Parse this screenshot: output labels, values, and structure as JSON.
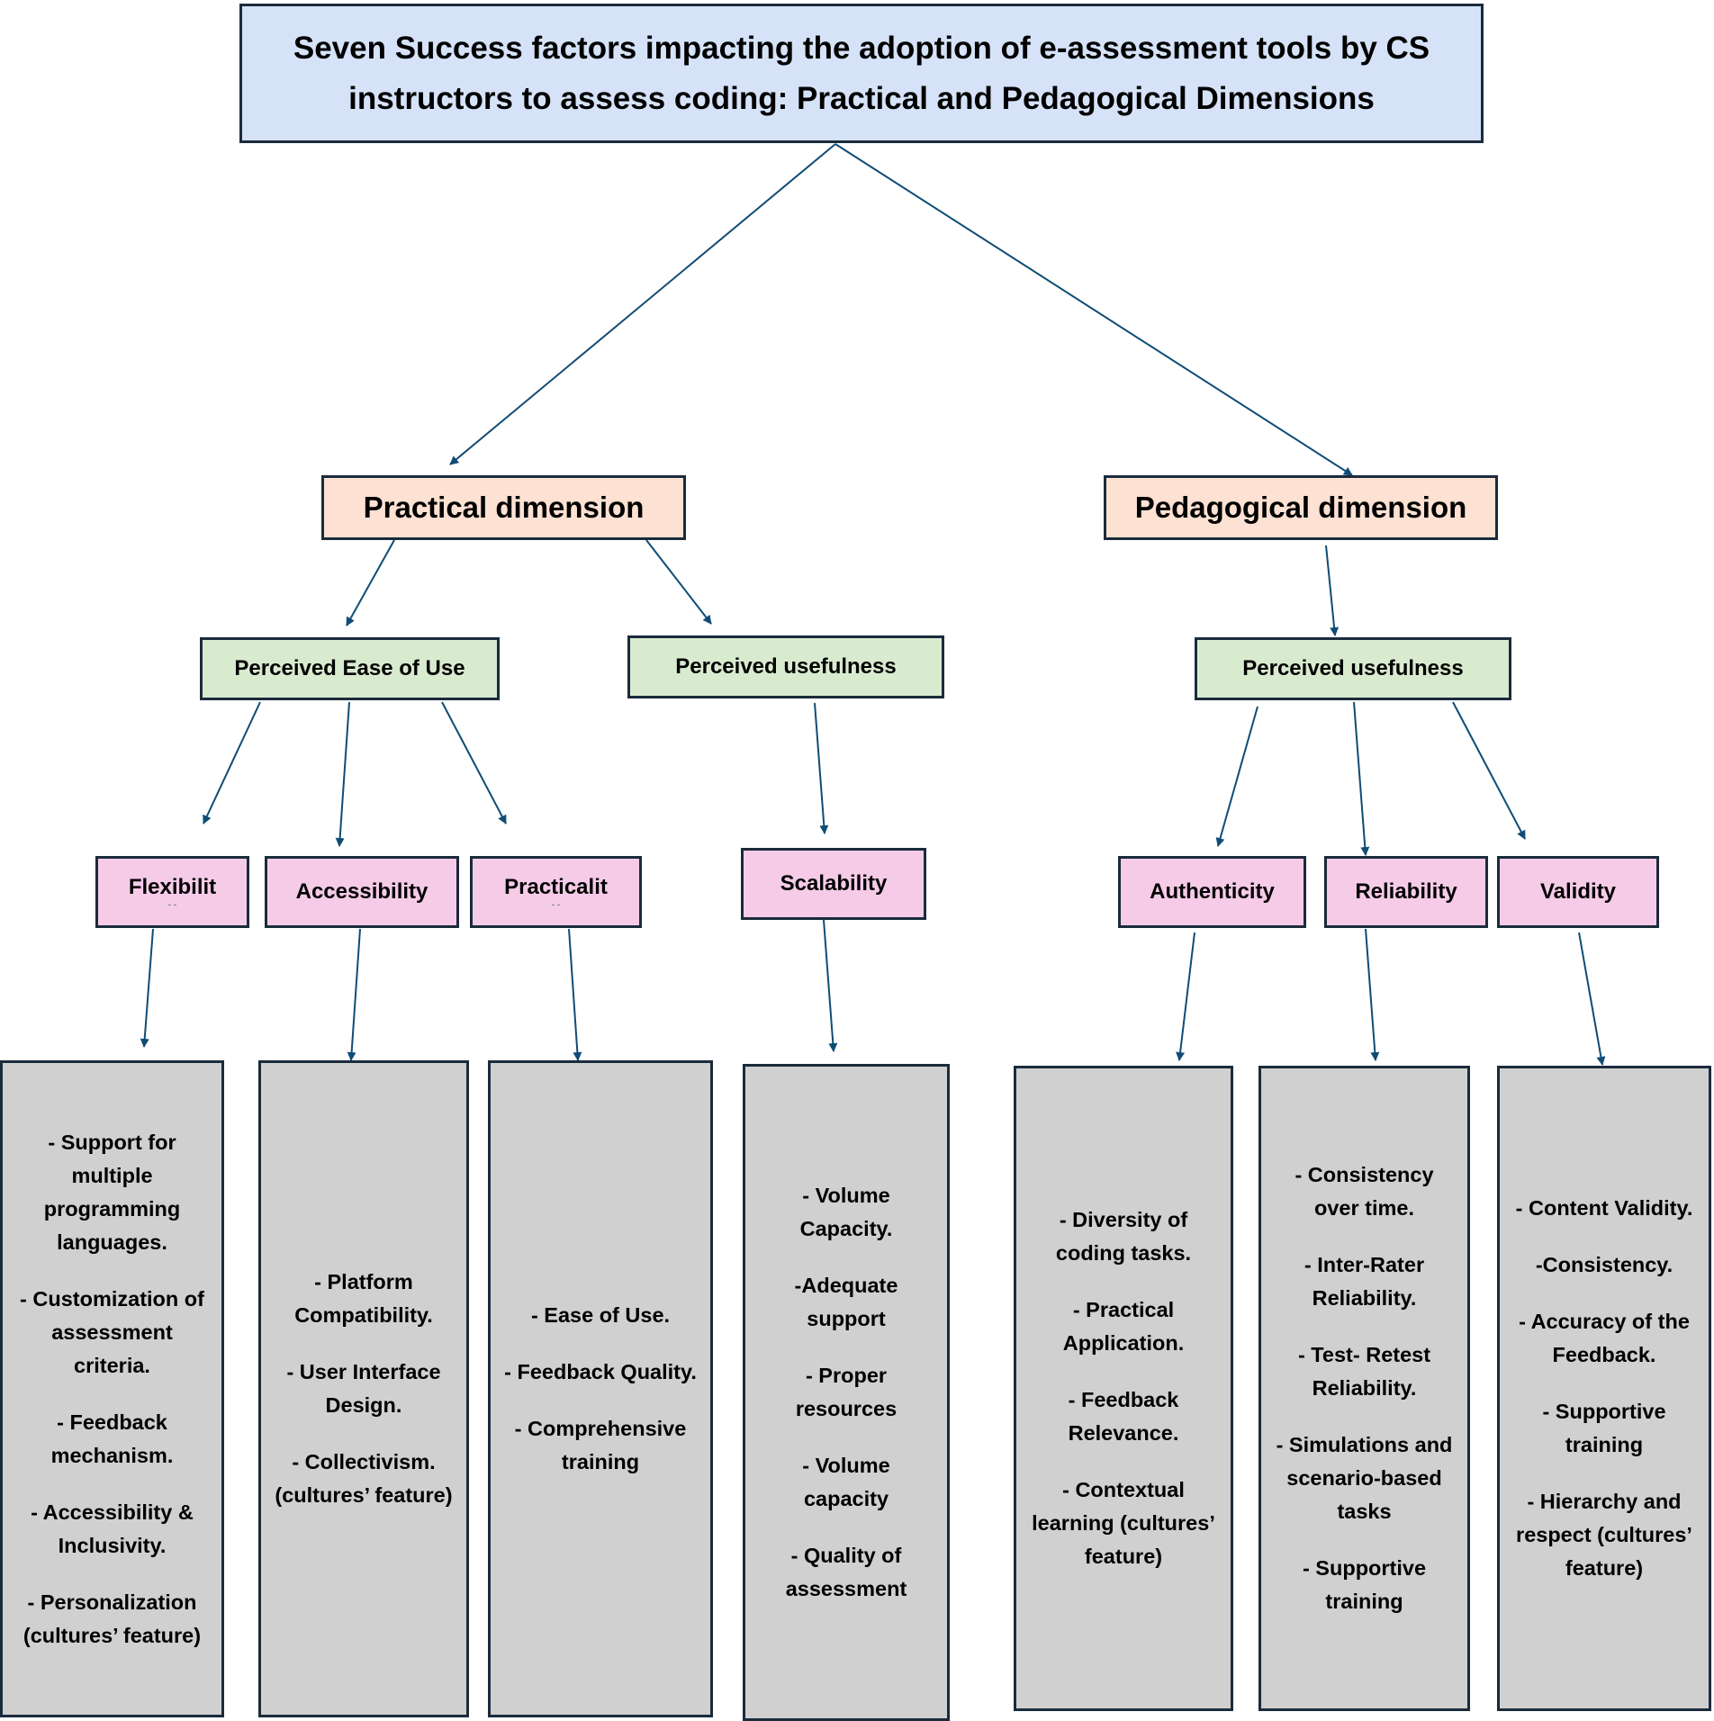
{
  "title": "Seven Success factors impacting the adoption of e-assessment tools by CS instructors to assess coding: Practical and Pedagogical Dimensions",
  "dimensions": {
    "practical": {
      "label": "Practical dimension",
      "sub_ease": "Perceived Ease of Use",
      "sub_usefulness": "Perceived usefulness",
      "factors": {
        "flexibility": {
          "label": "Flexibilit",
          "dots": "- -",
          "items": [
            "- Support for multiple programming languages.",
            "- Customization of assessment criteria.",
            "- Feedback mechanism.",
            "- Accessibility & Inclusivity.",
            "- Personalization (cultures’ feature)"
          ]
        },
        "accessibility": {
          "label": "Accessibility",
          "items": [
            "- Platform Compatibility.",
            "- User Interface Design.",
            "- Collectivism. (cultures’ feature)"
          ]
        },
        "practicality": {
          "label": "Practicalit",
          "dots": "- -",
          "items": [
            "- Ease of Use.",
            "- Feedback Quality.",
            "- Comprehensive training"
          ]
        },
        "scalability": {
          "label": "Scalability",
          "items": [
            "- Volume Capacity.",
            "-Adequate support",
            "- Proper resources",
            "- Volume capacity",
            "- Quality of assessment"
          ]
        }
      }
    },
    "pedagogical": {
      "label": "Pedagogical dimension",
      "sub_usefulness": "Perceived usefulness",
      "factors": {
        "authenticity": {
          "label": "Authenticity",
          "items": [
            "- Diversity of coding tasks.",
            "- Practical Application.",
            "- Feedback Relevance.",
            "- Contextual learning (cultures’ feature)"
          ]
        },
        "reliability": {
          "label": "Reliability",
          "items": [
            "- Consistency over time.",
            "- Inter-Rater Reliability.",
            "- Test- Retest Reliability.",
            "- Simulations and scenario-based tasks",
            "- Supportive training"
          ]
        },
        "validity": {
          "label": "Validity",
          "items": [
            "- Content Validity.",
            "-Consistency.",
            "- Accuracy of the Feedback.",
            "- Supportive training",
            "- Hierarchy and respect (cultures’ feature)"
          ]
        }
      }
    }
  },
  "colors": {
    "title_fill": "#d6e2f8",
    "dimension_fill": "#fde1d2",
    "sub_fill": "#d9ebcf",
    "factor_fill": "#f5cbe8",
    "detail_fill": "#d0d0d0",
    "border": "#1a2b3c",
    "arrow": "#0f4c75"
  }
}
